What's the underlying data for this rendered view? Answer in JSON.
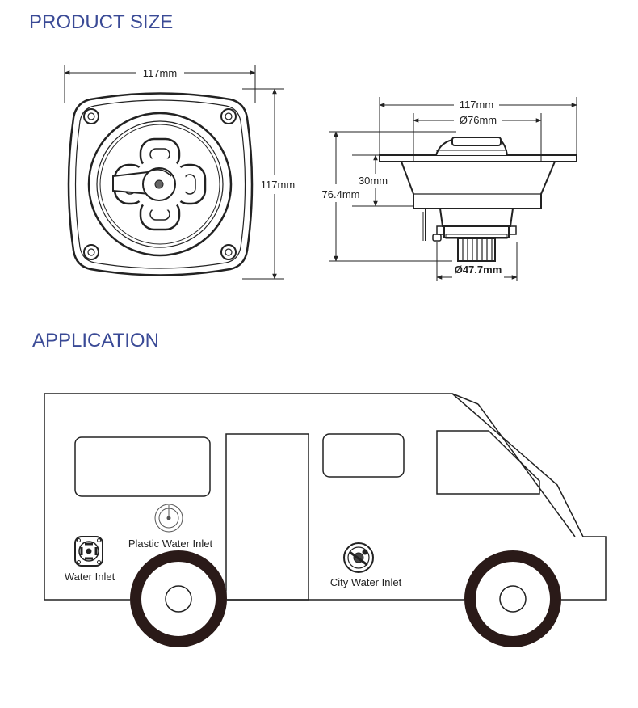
{
  "sections": {
    "product_size": "PRODUCT SIZE",
    "application": "APPLICATION"
  },
  "front_view": {
    "width_dim": "117mm",
    "height_dim": "117mm"
  },
  "side_view": {
    "overall_width": "117mm",
    "flange_diameter": "Ø76mm",
    "body_depth": "30mm",
    "total_depth": "76.4mm",
    "thread_diameter": "Ø47.7mm"
  },
  "application": {
    "labels": {
      "water_inlet": "Water Inlet",
      "plastic_water_inlet": "Plastic Water Inlet",
      "city_water_inlet": "City Water Inlet"
    }
  },
  "colors": {
    "title": "#3a4a96",
    "line": "#222222",
    "tire": "#2a1a18"
  }
}
